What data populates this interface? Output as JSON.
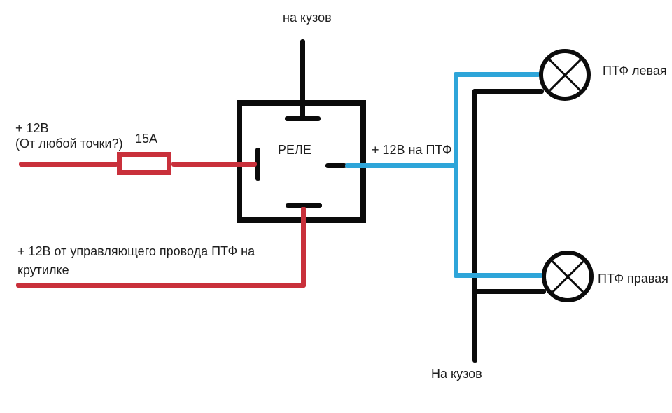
{
  "colors": {
    "wire_power": "#c9303b",
    "wire_output": "#2ea5d9",
    "wire_ground": "#0b0b0b",
    "text": "#1e1e1e",
    "canvas": "#ffffff"
  },
  "diagram": {
    "source_label_line1": "+ 12В",
    "source_label_line2": "(От любой точки?)",
    "fuse_rating": "15А",
    "relay_label": "РЕЛЕ",
    "top_ground_label": "на кузов",
    "output_label": "+ 12В на ПТФ",
    "lamp_left_label": "ПТФ левая",
    "lamp_right_label": "ПТФ правая",
    "control_label_line1": "+ 12В от управляющего провода ПТФ на",
    "control_label_line2": "крутилке",
    "bottom_ground_label": "На кузов"
  }
}
